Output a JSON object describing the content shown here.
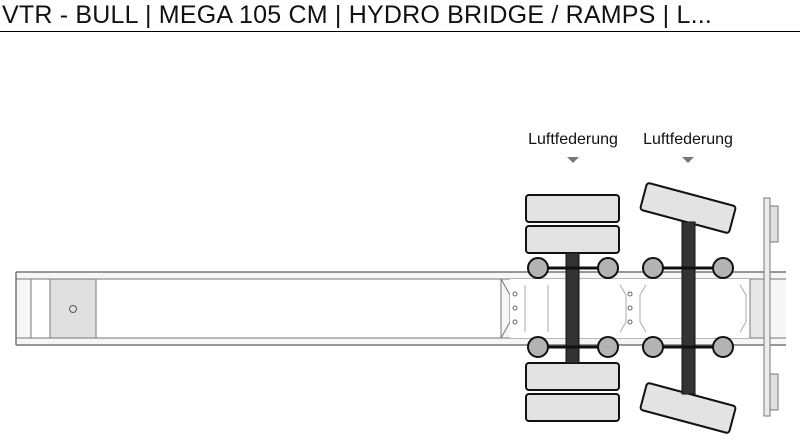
{
  "page": {
    "title": "VTR - BULL | MEGA 105 CM | HYDRO BRIDGE / RAMPS | L..."
  },
  "axles": [
    {
      "label": "Luftfederung",
      "steered": false
    },
    {
      "label": "Luftfederung",
      "steered": true
    }
  ],
  "colors": {
    "frame_fill": "#f2f2f2",
    "frame_stroke": "#777777",
    "tire_fill": "#e3e3e3",
    "tire_stroke": "#111111",
    "axle_bar": "#333333",
    "hub_fill": "#b3b3b3",
    "arrow": "#777777"
  }
}
